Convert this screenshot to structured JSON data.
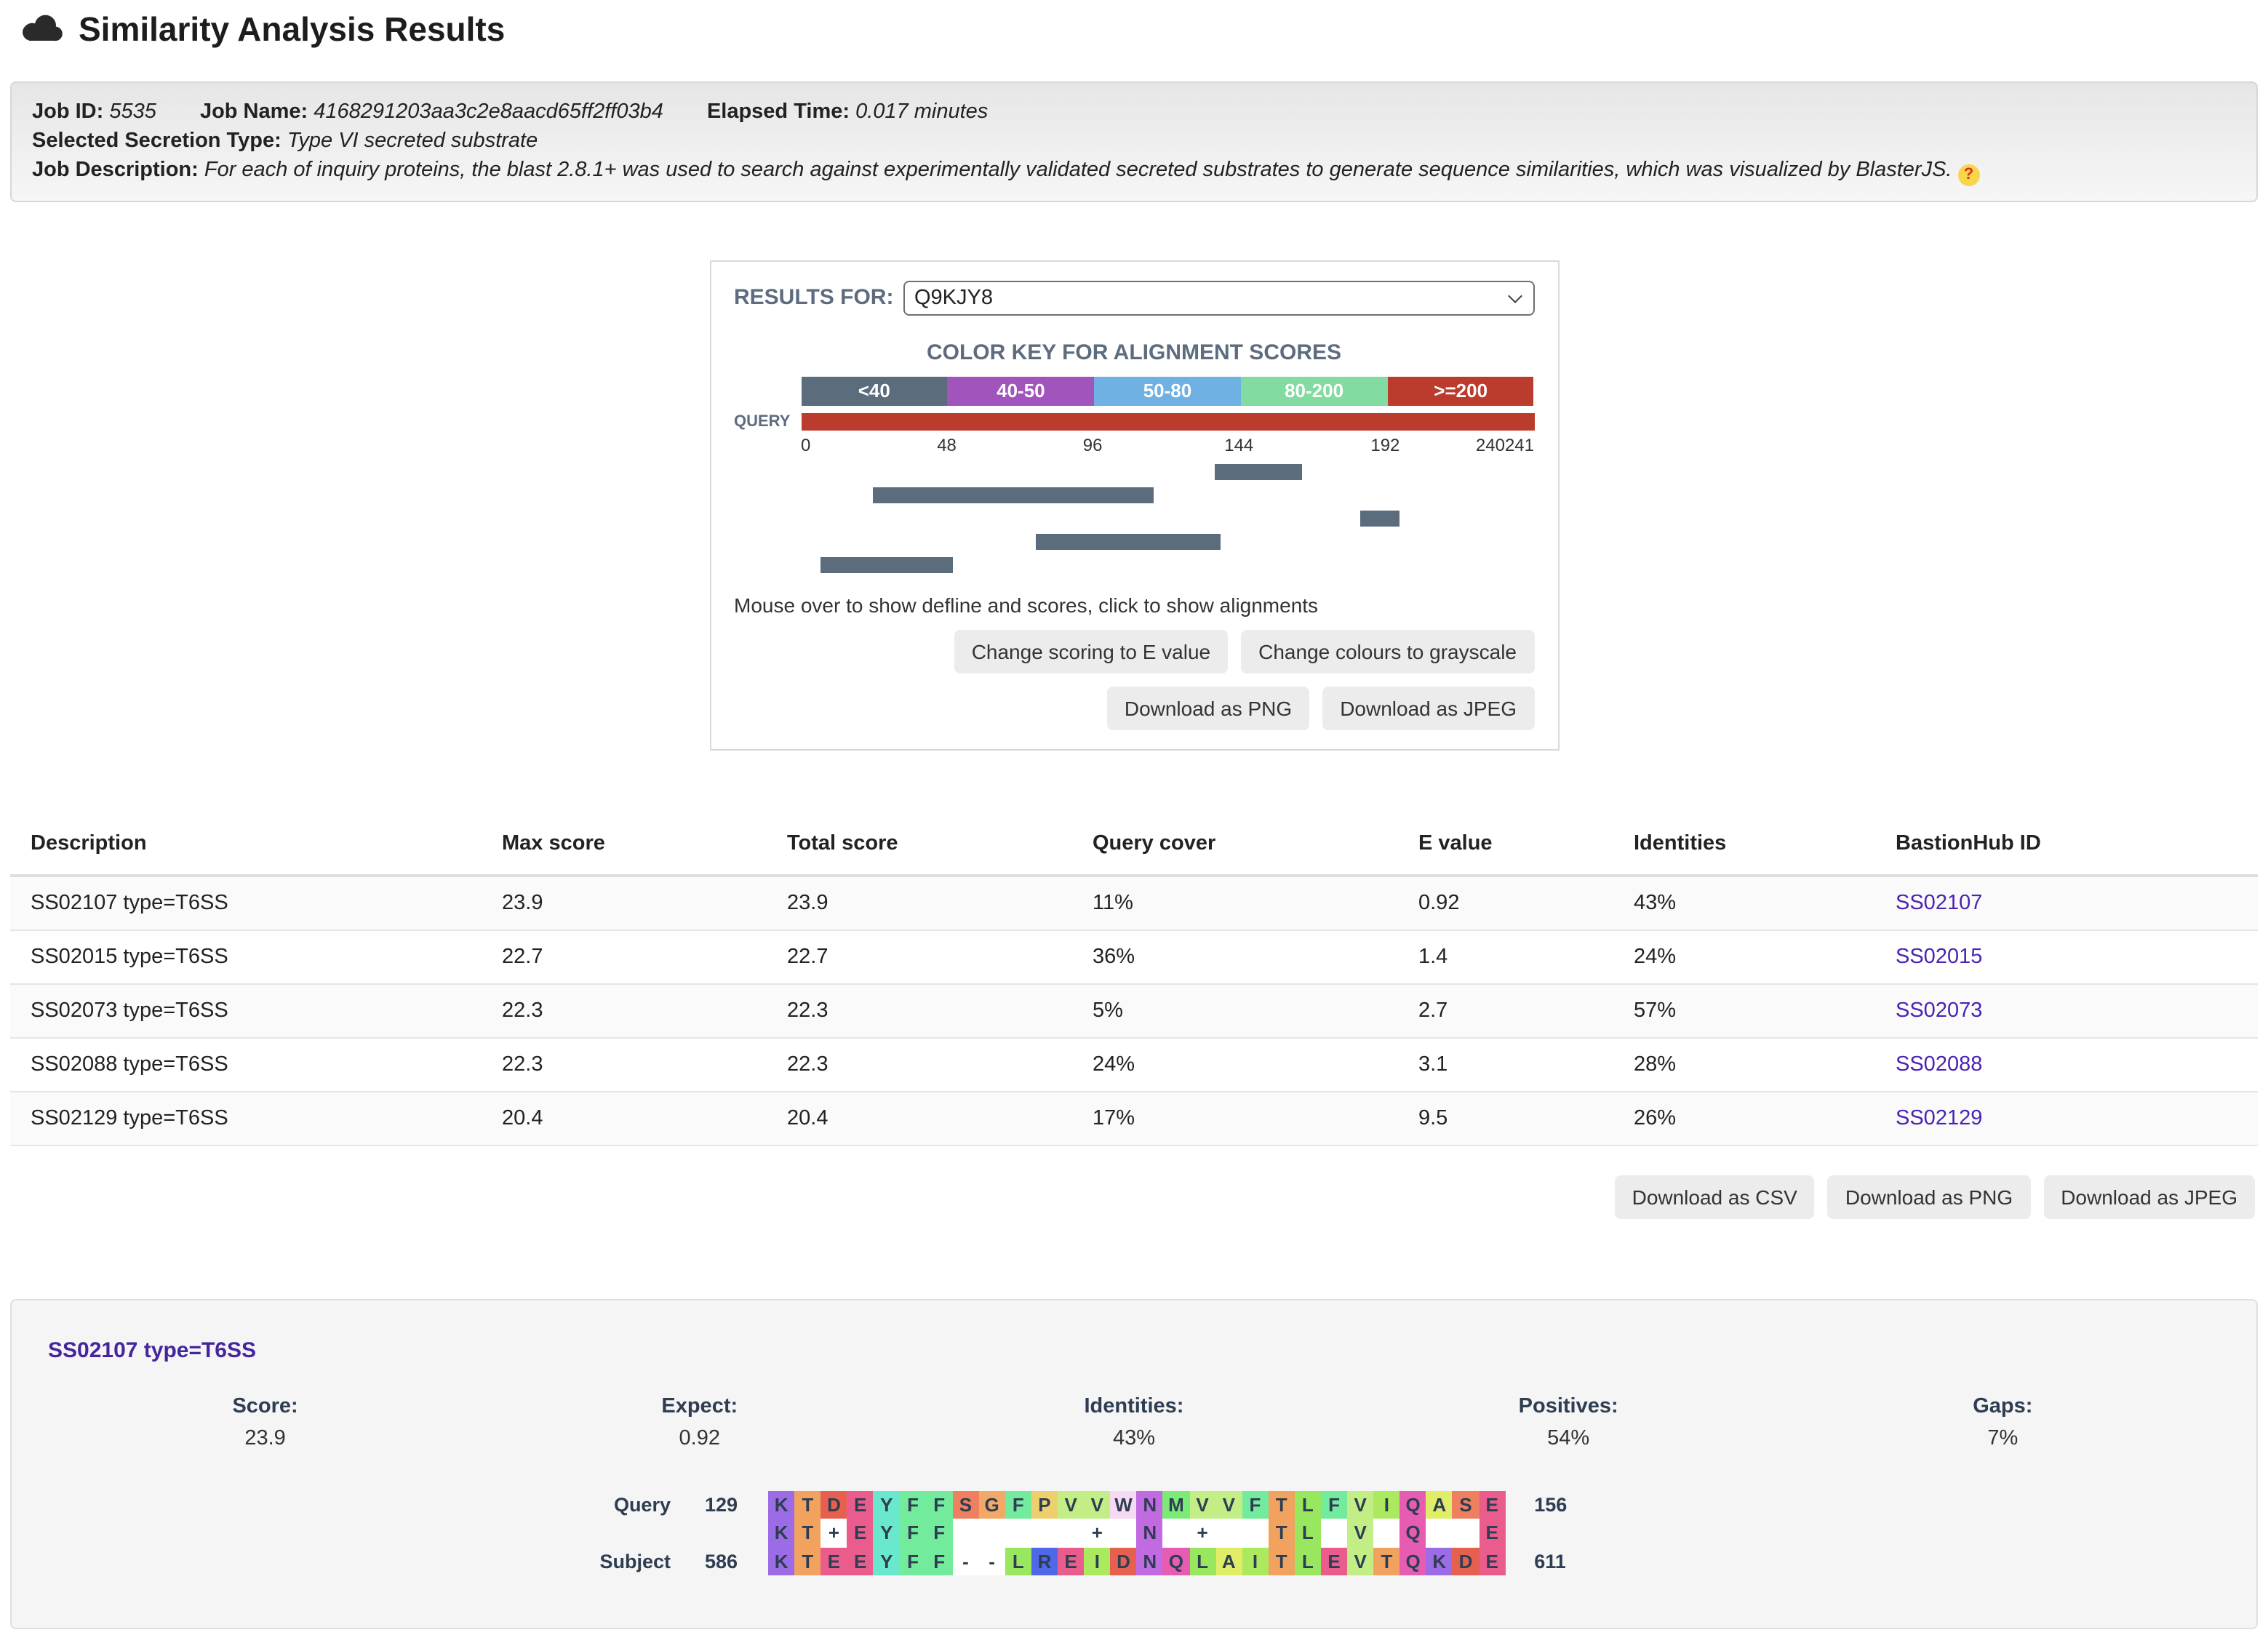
{
  "colors": {
    "slate": "#5d6c7e",
    "red": "#bb3b2d",
    "bar": "#5b6c7d",
    "link": "#4a23b5",
    "titlepurple": "#45259d",
    "letter": "#2e3d52"
  },
  "header": {
    "title": "Similarity Analysis Results",
    "icon": "cloud-icon"
  },
  "job_info": {
    "job_id_label": "Job ID:",
    "job_id": "5535",
    "job_name_label": "Job Name:",
    "job_name": "4168291203aa3c2e8aacd65ff2ff03b4",
    "elapsed_label": "Elapsed Time:",
    "elapsed": "0.017 minutes",
    "secretion_label": "Selected Secretion Type:",
    "secretion": "Type VI secreted substrate",
    "desc_label": "Job Description:",
    "desc": "For each of inquiry proteins, the blast 2.8.1+ was used to search against experimentally validated secreted substrates to generate sequence similarities, which was visualized by BlasterJS.",
    "help_icon": "?"
  },
  "results_panel": {
    "results_for_label": "RESULTS FOR:",
    "selected_query": "Q9KJY8",
    "color_key_title": "COLOR KEY FOR ALIGNMENT SCORES",
    "color_key": [
      {
        "label": "<40",
        "color": "#5b6c7d"
      },
      {
        "label": "40-50",
        "color": "#a155bc"
      },
      {
        "label": "50-80",
        "color": "#6fb1e3"
      },
      {
        "label": "80-200",
        "color": "#82dba0"
      },
      {
        "label": ">=200",
        "color": "#bb3b2d"
      }
    ],
    "query_label": "QUERY",
    "axis_ticks": [
      {
        "label": "0",
        "pct": 0,
        "align": "first"
      },
      {
        "label": "48",
        "pct": 19.9,
        "align": "mid"
      },
      {
        "label": "96",
        "pct": 39.8,
        "align": "mid"
      },
      {
        "label": "144",
        "pct": 59.75,
        "align": "mid"
      },
      {
        "label": "192",
        "pct": 79.7,
        "align": "mid"
      },
      {
        "label": "240241",
        "pct": 100,
        "align": "last"
      }
    ],
    "hit_bars": [
      {
        "left_pct": 56.4,
        "width_pct": 12.0
      },
      {
        "left_pct": 9.75,
        "width_pct": 38.4
      },
      {
        "left_pct": 76.3,
        "width_pct": 5.4
      },
      {
        "left_pct": 32.0,
        "width_pct": 25.3
      },
      {
        "left_pct": 2.7,
        "width_pct": 18.0
      }
    ],
    "hint_text": "Mouse over to show defline and scores, click to show alignments",
    "buttons_row1": [
      "Change scoring to E value",
      "Change colours to grayscale"
    ],
    "buttons_row2": [
      "Download as PNG",
      "Download as JPEG"
    ]
  },
  "results_table": {
    "columns": [
      "Description",
      "Max score",
      "Total score",
      "Query cover",
      "E value",
      "Identities",
      "BastionHub ID"
    ],
    "rows": [
      [
        "SS02107 type=T6SS",
        "23.9",
        "23.9",
        "11%",
        "0.92",
        "43%",
        "SS02107"
      ],
      [
        "SS02015 type=T6SS",
        "22.7",
        "22.7",
        "36%",
        "1.4",
        "24%",
        "SS02015"
      ],
      [
        "SS02073 type=T6SS",
        "22.3",
        "22.3",
        "5%",
        "2.7",
        "57%",
        "SS02073"
      ],
      [
        "SS02088 type=T6SS",
        "22.3",
        "22.3",
        "24%",
        "3.1",
        "28%",
        "SS02088"
      ],
      [
        "SS02129 type=T6SS",
        "20.4",
        "20.4",
        "17%",
        "9.5",
        "26%",
        "SS02129"
      ]
    ]
  },
  "table_actions": [
    "Download as CSV",
    "Download as PNG",
    "Download as JPEG"
  ],
  "alignment_detail": {
    "title": "SS02107 type=T6SS",
    "stats": [
      {
        "label": "Score:",
        "value": "23.9"
      },
      {
        "label": "Expect:",
        "value": "0.92"
      },
      {
        "label": "Identities:",
        "value": "43%"
      },
      {
        "label": "Positives:",
        "value": "54%"
      },
      {
        "label": "Gaps:",
        "value": "7%"
      }
    ],
    "query_label": "Query",
    "query_start": "129",
    "query_end": "156",
    "subject_label": "Subject",
    "subject_start": "586",
    "subject_end": "611",
    "query_seq": "KTDEYFFSGFPVVWNMVVFTLFVIQASE",
    "match_seq": "KT+EYFF     + N +  TL V Q  E",
    "subject_seq": "KTEEYFF--LREIDNQLAITLEVTQKDE",
    "aa_colors": {
      "A": "#dfee66",
      "D": "#e6604f",
      "E": "#ea5c8c",
      "F": "#72eb9c",
      "G": "#f2a866",
      "I": "#abe95e",
      "K": "#9b6ce6",
      "L": "#98e75f",
      "M": "#7bea77",
      "N": "#c16ae2",
      "P": "#edd06d",
      "Q": "#e75cb3",
      "R": "#4f68e8",
      "S": "#ee7f5f",
      "T": "#f2a25f",
      "V": "#c3ee86",
      "W": "#f6daf4",
      "Y": "#69e8cd"
    }
  }
}
